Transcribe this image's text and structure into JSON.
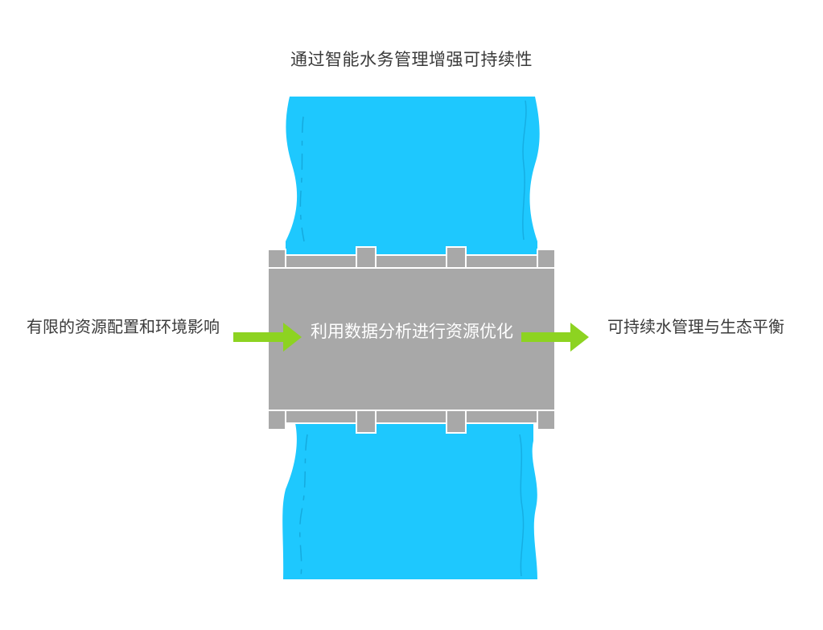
{
  "title": "通过智能水务管理增强可持续性",
  "input": {
    "label": "有限的资源配置和环境影响"
  },
  "process": {
    "label": "利用数据分析进行资源优化"
  },
  "output": {
    "label": "可持续水管理与生态平衡"
  },
  "colors": {
    "water": "#1EC8FE",
    "water_line": "#1199CC",
    "pipe": "#A8A8A8",
    "pipe_outline": "#FFFFFF",
    "arrow": "#8DD321",
    "text": "#3A3A3A",
    "process_text": "#FFFFFF"
  },
  "icons": {
    "input_arrow": "arrow-right-icon",
    "output_arrow": "arrow-right-icon"
  }
}
